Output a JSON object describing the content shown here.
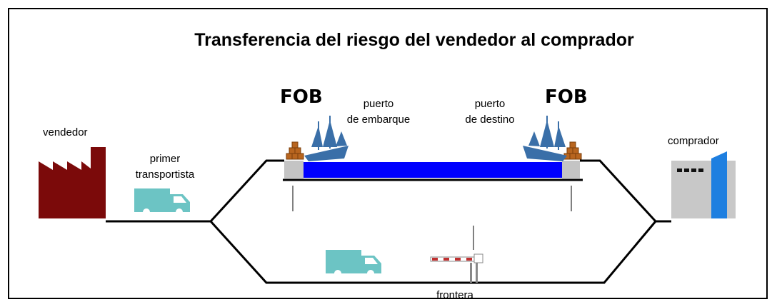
{
  "title": "Transferencia del riesgo del vendedor al comprador",
  "labels": {
    "seller": "vendedor",
    "first_carrier_line1": "primer",
    "first_carrier_line2": "transportista",
    "fob_left": "FOB",
    "fob_right": "FOB",
    "port_embark_line1": "puerto",
    "port_embark_line2": "de embarque",
    "port_dest_line1": "puerto",
    "port_dest_line2": "de destino",
    "buyer": "comprador",
    "border": "frontera"
  },
  "colors": {
    "factory": "#7b0a0a",
    "truck": "#6cc4c4",
    "sea": "#0000ff",
    "ship": "#3a6fa8",
    "dock": "#c4c4c4",
    "boxes": "#b8651f",
    "building": "#c8c8c8",
    "building_accent": "#1e7fe0",
    "barrier_red": "#c03030"
  },
  "icons": [
    "factory-icon",
    "truck-icon",
    "ship-icon",
    "cargo-boxes-icon",
    "buyer-building-icon",
    "border-barrier-icon"
  ]
}
